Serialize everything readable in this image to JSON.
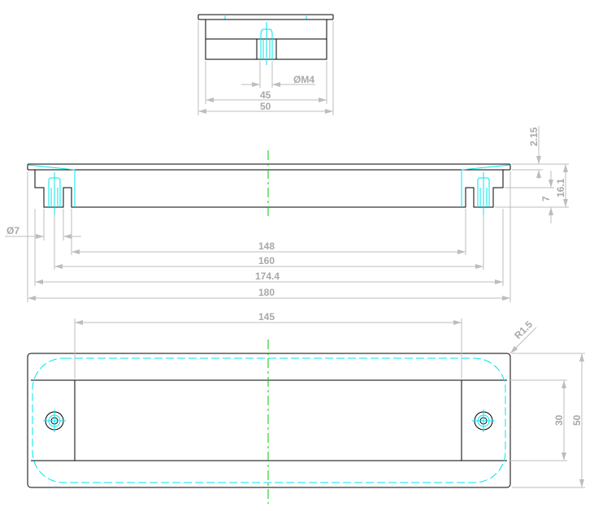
{
  "drawing": {
    "top_view": {
      "thread_label": "ØM4",
      "dim_hole_spacing": "45",
      "dim_width": "50"
    },
    "front_view": {
      "dim_plate_thickness": "2.15",
      "dim_leg_height": "7",
      "dim_total_height": "16.1",
      "dim_hole_diameter": "Ø7",
      "dim_inner_length": "148",
      "dim_hole_spacing": "160",
      "dim_body_length": "174.4",
      "dim_total_length": "180"
    },
    "plan_view": {
      "dim_recess_length": "145",
      "dim_corner_radius": "R1.5",
      "dim_recess_width": "30",
      "dim_total_width": "50"
    },
    "colors": {
      "outline": "#000000",
      "hidden": "#00e5ee",
      "centerline": "#00c800",
      "dimension": "#bdbdbd"
    }
  }
}
